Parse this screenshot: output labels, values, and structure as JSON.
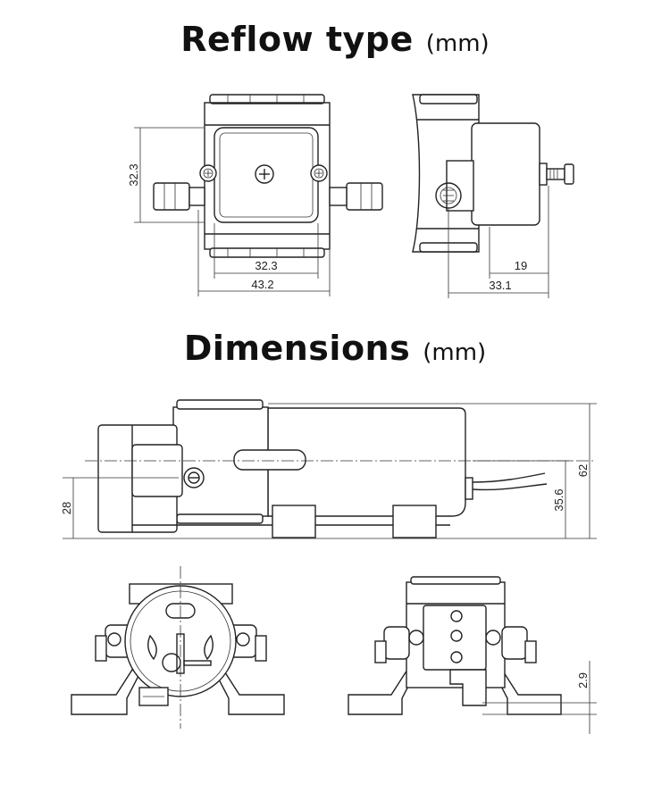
{
  "sections": {
    "reflow": {
      "title": "Reflow type",
      "unit": "(mm)"
    },
    "dimensions": {
      "title": "Dimensions",
      "unit": "(mm)"
    }
  },
  "reflow_view": {
    "front": {
      "height": "32.3",
      "inner_width": "32.3",
      "overall_width": "43.2"
    },
    "side": {
      "depth_a": "19",
      "depth_b": "33.1"
    }
  },
  "dimension_view": {
    "side": {
      "height_a": "28",
      "height_b": "35.6",
      "height_c": "62"
    },
    "rear": {
      "foot_gap": "2.9"
    }
  },
  "style": {
    "line_color": "#222222",
    "background": "#ffffff"
  }
}
